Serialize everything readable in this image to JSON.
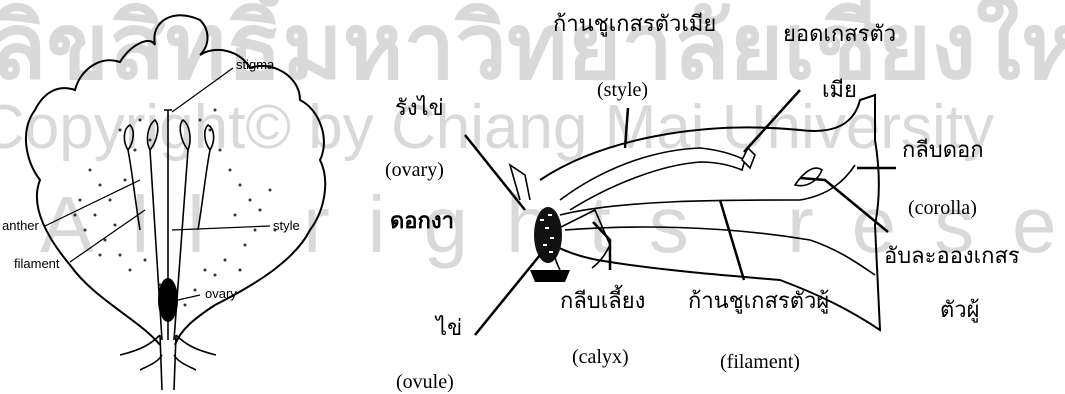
{
  "watermark": {
    "line1": "ลิขสิทธิ์มหาวิทยาลัยเชียงใหม่",
    "line2": "Copyright© by Chiang Mai University",
    "line3": "All rights reserved",
    "color": "#d9d9d9"
  },
  "left_diagram": {
    "labels": {
      "stigma": "stigma",
      "anther": "anther",
      "style": "style",
      "filament": "filament",
      "ovary": "ovary"
    }
  },
  "right_diagram": {
    "flower_name": "ดอกงา",
    "labels": {
      "style_th": "ก้านชูเกสรตัวเมีย",
      "style_en": "(style)",
      "stigma_th_1": "ยอดเกสรตัว",
      "stigma_th_2": "เมีย",
      "ovary_th": "รังไข่",
      "ovary_en": "(ovary)",
      "corolla_th": "กลีบดอก",
      "corolla_en": "(corolla)",
      "anther_th_1": "อับละอองเกสร",
      "anther_th_2": "ตัวผู้",
      "calyx_th": "กลีบเลี้ยง",
      "calyx_en": "(calyx)",
      "filament_th": "ก้านชูเกสรตัวผู้",
      "filament_en": "(filament)",
      "ovule_th": "ไข่",
      "ovule_en": "(ovule)"
    }
  }
}
